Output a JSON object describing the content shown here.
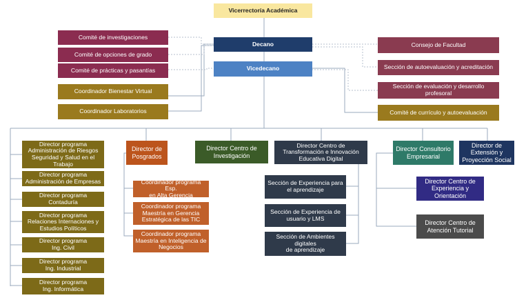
{
  "top": {
    "vicerrectoria": "Vicerrectoría Académica",
    "decano": "Decano",
    "vicedecano": "Vicedecano"
  },
  "left_units": [
    "Comité de investigaciones",
    "Comité de opciones de grado",
    "Comité de prácticas y pasantías",
    "Coordinador Bienestar Virtual",
    "Coordinador Laboratorios"
  ],
  "right_units": [
    "Consejo de Facultad",
    "Sección de autoevaluación y acreditación",
    "Sección de evaluación y desarrollo\nprofesoral",
    "Comité de currículo y autoevaluación"
  ],
  "programs": [
    "Director programa\nAdministración de Riesgos\nSeguridad y Salud en el\nTrabajo",
    "Director programa\nAdministración de Empresas",
    "Director programa\nContaduría",
    "Director programa\nRelaciones Internaciones y\nEstudios Políticos",
    "Director programa\nIng. Civil",
    "Director programa\nIng. Industrial",
    "Director programa\nIng. Informática"
  ],
  "posgrados": {
    "director": "Director de\nPosgrados",
    "coordinators": [
      "Coordinador programa Esp.\nen Alta Gerencia",
      "Coordinador programa\nMaestría en Gerencia\nEstratégica de las TIC",
      "Coordinador programa\nMaestría en Inteligencia de\nNegocios"
    ]
  },
  "investigacion": "Director Centro de\nInvestigación",
  "transformacion": {
    "director": "Director Centro de\nTransformación e Innovación\nEducativa Digital",
    "sections": [
      "Sección de Experiencia para\nel aprendizaje",
      "Sección de Experiencia de\nusuario y LMS",
      "Sección de Ambientes\ndigitales\nde aprendizaje"
    ]
  },
  "consultorio": "Director Consultorio\nEmpresarial",
  "extension": "Director de\nExtensión y\nProyección Social",
  "experiencia": "Director Centro de\nExperiencia y\nOrientación",
  "tutorial": "Director Centro de\nAtención Tutorial"
}
